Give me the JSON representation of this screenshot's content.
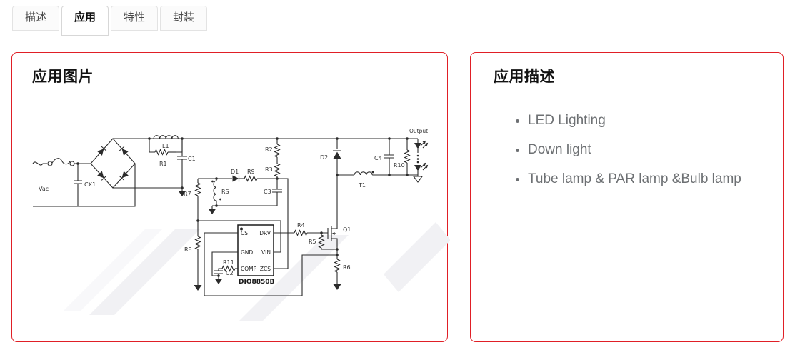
{
  "tabs": [
    {
      "label": "描述"
    },
    {
      "label": "应用"
    },
    {
      "label": "特性"
    },
    {
      "label": "封装"
    }
  ],
  "active_tab": "应用",
  "left_panel": {
    "title": "应用图片"
  },
  "right_panel": {
    "title": "应用描述",
    "items": [
      "LED Lighting",
      "Down light",
      "Tube lamp & PAR lamp &Bulb lamp"
    ]
  },
  "schematic": {
    "part_number": "DIO8850B",
    "labels": {
      "vac": "Vac",
      "cx1": "CX1",
      "l1": "L1",
      "r1": "R1",
      "c1": "C1",
      "r2": "R2",
      "r3": "R3",
      "d1": "D1",
      "r9": "R9",
      "r7": "R7",
      "rs": "RS",
      "c3": "C3",
      "r8": "R8",
      "r11": "R11",
      "c2": "C2",
      "ic": "DIO8850B",
      "pin_cs": "CS",
      "pin_gnd": "GND",
      "pin_comp": "COMP",
      "pin_drv": "DRV",
      "pin_vin": "VIN",
      "pin_zcs": "ZCS",
      "r4": "R4",
      "r5": "R5",
      "q1": "Q1",
      "r6": "R6",
      "d2": "D2",
      "t1": "T1",
      "c4": "C4",
      "r10": "R10",
      "output": "Output"
    }
  },
  "colors": {
    "panel_border": "#e01f26"
  }
}
